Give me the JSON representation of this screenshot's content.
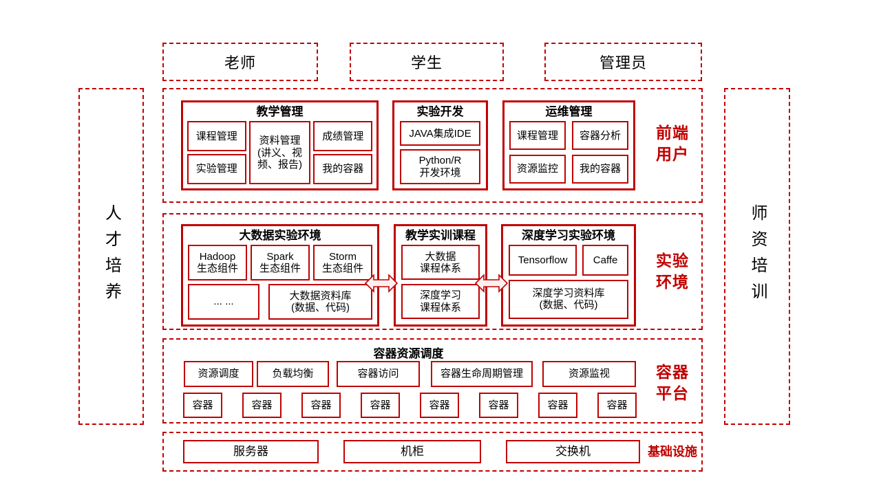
{
  "colors": {
    "accent": "#c00000",
    "text": "#000000",
    "arrow_fill": "#fdf0f0",
    "background": "#ffffff"
  },
  "personas": [
    {
      "label": "老师"
    },
    {
      "label": "学生"
    },
    {
      "label": "管理员"
    }
  ],
  "side_left": {
    "label": "人才培养"
  },
  "side_right": {
    "label": "师资培训"
  },
  "frontend": {
    "side_label": "前端\n用户",
    "teaching": {
      "title": "教学管理",
      "course": "课程管理",
      "experiment": "实验管理",
      "material": "资料管理\n(讲义、视频、报告)",
      "grade": "成绩管理",
      "container": "我的容器"
    },
    "dev": {
      "title": "实验开发",
      "java": "JAVA集成IDE",
      "python": "Python/R\n开发环境"
    },
    "ops": {
      "title": "运维管理",
      "course": "课程管理",
      "analysis": "容器分析",
      "monitor": "资源监控",
      "container": "我的容器"
    }
  },
  "lab": {
    "side_label": "实验\n环境",
    "bigdata": {
      "title": "大数据实验环境",
      "hadoop": "Hadoop\n生态组件",
      "spark": "Spark\n生态组件",
      "storm": "Storm\n生态组件",
      "more": "... ...",
      "repo": "大数据资料库\n(数据、代码)"
    },
    "courses": {
      "title": "教学实训课程",
      "bigdata_course": "大数据\n课程体系",
      "dl_course": "深度学习\n课程体系"
    },
    "deeplearning": {
      "title": "深度学习实验环境",
      "tensorflow": "Tensorflow",
      "caffe": "Caffe",
      "repo": "深度学习资料库\n(数据、代码)"
    }
  },
  "container_platform": {
    "side_label": "容器\n平台",
    "title": "容器资源调度",
    "functions": [
      "资源调度",
      "负载均衡",
      "容器访问",
      "容器生命周期管理",
      "资源监视"
    ],
    "containers": [
      "容器",
      "容器",
      "容器",
      "容器",
      "容器",
      "容器",
      "容器",
      "容器"
    ]
  },
  "infrastructure": {
    "side_label": "基础设施",
    "server": "服务器",
    "rack": "机柜",
    "switch": "交换机"
  }
}
